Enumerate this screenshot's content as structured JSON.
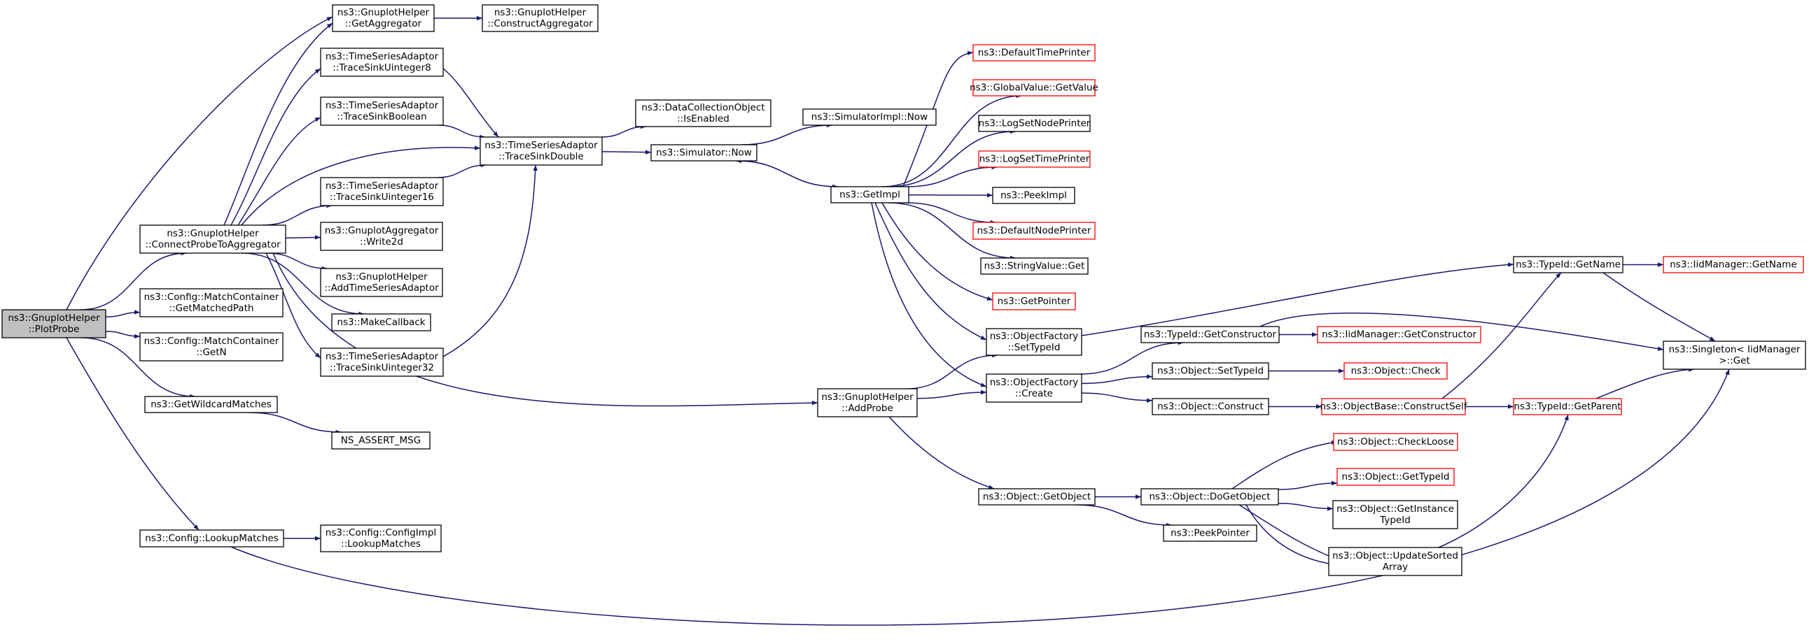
{
  "colors": {
    "edge": "#191970",
    "node_border": "#000000",
    "external_border": "#ff0000",
    "root_fill": "#bfbfbf",
    "node_fill": "#ffffff"
  },
  "nodes": [
    {
      "id": "plotprobe",
      "lines": [
        "ns3::GnuplotHelper",
        "::PlotProbe"
      ],
      "kind": "root"
    },
    {
      "id": "getaggregator",
      "lines": [
        "ns3::GnuplotHelper",
        "::GetAggregator"
      ],
      "kind": "normal"
    },
    {
      "id": "constructaggregator",
      "lines": [
        "ns3::GnuplotHelper",
        "::ConstructAggregator"
      ],
      "kind": "normal"
    },
    {
      "id": "tsuint8",
      "lines": [
        "ns3::TimeSeriesAdaptor",
        "::TraceSinkUinteger8"
      ],
      "kind": "normal"
    },
    {
      "id": "tsbool",
      "lines": [
        "ns3::TimeSeriesAdaptor",
        "::TraceSinkBoolean"
      ],
      "kind": "normal"
    },
    {
      "id": "tsdouble",
      "lines": [
        "ns3::TimeSeriesAdaptor",
        "::TraceSinkDouble"
      ],
      "kind": "normal"
    },
    {
      "id": "tsuint16",
      "lines": [
        "ns3::TimeSeriesAdaptor",
        "::TraceSinkUinteger16"
      ],
      "kind": "normal"
    },
    {
      "id": "connectprobe",
      "lines": [
        "ns3::GnuplotHelper",
        "::ConnectProbeToAggregator"
      ],
      "kind": "normal"
    },
    {
      "id": "write2d",
      "lines": [
        "ns3::GnuplotAggregator",
        "::Write2d"
      ],
      "kind": "normal"
    },
    {
      "id": "addtsadaptor",
      "lines": [
        "ns3::GnuplotHelper",
        "::AddTimeSeriesAdaptor"
      ],
      "kind": "normal"
    },
    {
      "id": "makecallback",
      "lines": [
        "ns3::MakeCallback"
      ],
      "kind": "normal"
    },
    {
      "id": "tsuint32",
      "lines": [
        "ns3::TimeSeriesAdaptor",
        "::TraceSinkUinteger32"
      ],
      "kind": "normal"
    },
    {
      "id": "getmatchedpath",
      "lines": [
        "ns3::Config::MatchContainer",
        "::GetMatchedPath"
      ],
      "kind": "normal"
    },
    {
      "id": "getn",
      "lines": [
        "ns3::Config::MatchContainer",
        "::GetN"
      ],
      "kind": "normal"
    },
    {
      "id": "getwildcard",
      "lines": [
        "ns3::GetWildcardMatches"
      ],
      "kind": "normal"
    },
    {
      "id": "nsassert",
      "lines": [
        "NS_ASSERT_MSG"
      ],
      "kind": "normal"
    },
    {
      "id": "lookupmatches",
      "lines": [
        "ns3::Config::LookupMatches"
      ],
      "kind": "normal"
    },
    {
      "id": "configimpl",
      "lines": [
        "ns3::Config::ConfigImpl",
        "::LookupMatches"
      ],
      "kind": "normal"
    },
    {
      "id": "isenabled",
      "lines": [
        "ns3::DataCollectionObject",
        "::IsEnabled"
      ],
      "kind": "normal"
    },
    {
      "id": "simnow",
      "lines": [
        "ns3::Simulator::Now"
      ],
      "kind": "normal"
    },
    {
      "id": "simimplnow",
      "lines": [
        "ns3::SimulatorImpl::Now"
      ],
      "kind": "normal"
    },
    {
      "id": "getimpl",
      "lines": [
        "ns3::GetImpl"
      ],
      "kind": "normal"
    },
    {
      "id": "deftimeprinter",
      "lines": [
        "ns3::DefaultTimePrinter"
      ],
      "kind": "external"
    },
    {
      "id": "globalvalue",
      "lines": [
        "ns3::GlobalValue::GetValue"
      ],
      "kind": "external"
    },
    {
      "id": "lognodeprinter",
      "lines": [
        "ns3::LogSetNodePrinter"
      ],
      "kind": "normal"
    },
    {
      "id": "logtimeprinter",
      "lines": [
        "ns3::LogSetTimePrinter"
      ],
      "kind": "external"
    },
    {
      "id": "peekimpl",
      "lines": [
        "ns3::PeekImpl"
      ],
      "kind": "normal"
    },
    {
      "id": "defnodeprinter",
      "lines": [
        "ns3::DefaultNodePrinter"
      ],
      "kind": "external"
    },
    {
      "id": "stringvalue",
      "lines": [
        "ns3::StringValue::Get"
      ],
      "kind": "normal"
    },
    {
      "id": "getpointer",
      "lines": [
        "ns3::GetPointer"
      ],
      "kind": "external"
    },
    {
      "id": "settypeid_f",
      "lines": [
        "ns3::ObjectFactory",
        "::SetTypeId"
      ],
      "kind": "normal"
    },
    {
      "id": "create",
      "lines": [
        "ns3::ObjectFactory",
        "::Create"
      ],
      "kind": "normal"
    },
    {
      "id": "addprobe",
      "lines": [
        "ns3::GnuplotHelper",
        "::AddProbe"
      ],
      "kind": "normal"
    },
    {
      "id": "getobject",
      "lines": [
        "ns3::Object::GetObject"
      ],
      "kind": "normal"
    },
    {
      "id": "getconstructor",
      "lines": [
        "ns3::TypeId::GetConstructor"
      ],
      "kind": "normal"
    },
    {
      "id": "iidgetconstructor",
      "lines": [
        "ns3::IidManager::GetConstructor"
      ],
      "kind": "external"
    },
    {
      "id": "obj_settypeid",
      "lines": [
        "ns3::Object::SetTypeId"
      ],
      "kind": "normal"
    },
    {
      "id": "objcheck",
      "lines": [
        "ns3::Object::Check"
      ],
      "kind": "external"
    },
    {
      "id": "objconstruct",
      "lines": [
        "ns3::Object::Construct"
      ],
      "kind": "normal"
    },
    {
      "id": "constructself",
      "lines": [
        "ns3::ObjectBase::ConstructSelf"
      ],
      "kind": "external"
    },
    {
      "id": "getparent",
      "lines": [
        "ns3::TypeId::GetParent"
      ],
      "kind": "external"
    },
    {
      "id": "getname",
      "lines": [
        "ns3::TypeId::GetName"
      ],
      "kind": "normal"
    },
    {
      "id": "iidgetname",
      "lines": [
        "ns3::IidManager::GetName"
      ],
      "kind": "external"
    },
    {
      "id": "singleton",
      "lines": [
        "ns3::Singleton< IidManager",
        " >::Get"
      ],
      "kind": "normal"
    },
    {
      "id": "dogetobject",
      "lines": [
        "ns3::Object::DoGetObject"
      ],
      "kind": "normal"
    },
    {
      "id": "checkloose",
      "lines": [
        "ns3::Object::CheckLoose"
      ],
      "kind": "external"
    },
    {
      "id": "objgettypeid",
      "lines": [
        "ns3::Object::GetTypeId"
      ],
      "kind": "external"
    },
    {
      "id": "getinstancetypeid",
      "lines": [
        "ns3::Object::GetInstance",
        "TypeId"
      ],
      "kind": "normal"
    },
    {
      "id": "peekpointer",
      "lines": [
        "ns3::PeekPointer"
      ],
      "kind": "normal"
    },
    {
      "id": "updatesorted",
      "lines": [
        "ns3::Object::UpdateSorted",
        "Array"
      ],
      "kind": "normal"
    }
  ],
  "edges": [
    [
      "plotprobe",
      "getaggregator"
    ],
    [
      "plotprobe",
      "connectprobe"
    ],
    [
      "plotprobe",
      "getmatchedpath"
    ],
    [
      "plotprobe",
      "getn"
    ],
    [
      "plotprobe",
      "getwildcard"
    ],
    [
      "plotprobe",
      "lookupmatches"
    ],
    [
      "getaggregator",
      "constructaggregator"
    ],
    [
      "connectprobe",
      "getaggregator"
    ],
    [
      "connectprobe",
      "tsuint8"
    ],
    [
      "connectprobe",
      "tsbool"
    ],
    [
      "connectprobe",
      "tsdouble"
    ],
    [
      "connectprobe",
      "tsuint16"
    ],
    [
      "connectprobe",
      "write2d"
    ],
    [
      "connectprobe",
      "addtsadaptor"
    ],
    [
      "connectprobe",
      "makecallback"
    ],
    [
      "connectprobe",
      "tsuint32"
    ],
    [
      "connectprobe",
      "addprobe"
    ],
    [
      "tsuint8",
      "tsdouble"
    ],
    [
      "tsbool",
      "tsdouble"
    ],
    [
      "tsuint16",
      "tsdouble"
    ],
    [
      "tsuint32",
      "tsdouble"
    ],
    [
      "tsdouble",
      "isenabled"
    ],
    [
      "tsdouble",
      "simnow"
    ],
    [
      "simnow",
      "simimplnow"
    ],
    [
      "simnow",
      "getimpl"
    ],
    [
      "getimpl",
      "simnow"
    ],
    [
      "getimpl",
      "deftimeprinter"
    ],
    [
      "getimpl",
      "globalvalue"
    ],
    [
      "getimpl",
      "lognodeprinter"
    ],
    [
      "getimpl",
      "logtimeprinter"
    ],
    [
      "getimpl",
      "peekimpl"
    ],
    [
      "getimpl",
      "defnodeprinter"
    ],
    [
      "getimpl",
      "stringvalue"
    ],
    [
      "getimpl",
      "getpointer"
    ],
    [
      "getimpl",
      "settypeid_f"
    ],
    [
      "getimpl",
      "create"
    ],
    [
      "getwildcard",
      "nsassert"
    ],
    [
      "lookupmatches",
      "configimpl"
    ],
    [
      "lookupmatches",
      "singleton"
    ],
    [
      "addprobe",
      "settypeid_f"
    ],
    [
      "addprobe",
      "create"
    ],
    [
      "addprobe",
      "getobject"
    ],
    [
      "settypeid_f",
      "getname"
    ],
    [
      "create",
      "getconstructor"
    ],
    [
      "create",
      "obj_settypeid"
    ],
    [
      "create",
      "objconstruct"
    ],
    [
      "getconstructor",
      "iidgetconstructor"
    ],
    [
      "getconstructor",
      "singleton"
    ],
    [
      "obj_settypeid",
      "objcheck"
    ],
    [
      "objconstruct",
      "constructself"
    ],
    [
      "constructself",
      "getparent"
    ],
    [
      "constructself",
      "getname"
    ],
    [
      "getparent",
      "singleton"
    ],
    [
      "getname",
      "iidgetname"
    ],
    [
      "getname",
      "singleton"
    ],
    [
      "getobject",
      "dogetobject"
    ],
    [
      "getobject",
      "peekpointer"
    ],
    [
      "dogetobject",
      "checkloose"
    ],
    [
      "dogetobject",
      "objgettypeid"
    ],
    [
      "dogetobject",
      "getinstancetypeid"
    ],
    [
      "dogetobject",
      "updatesorted"
    ],
    [
      "dogetobject",
      "getparent"
    ]
  ]
}
